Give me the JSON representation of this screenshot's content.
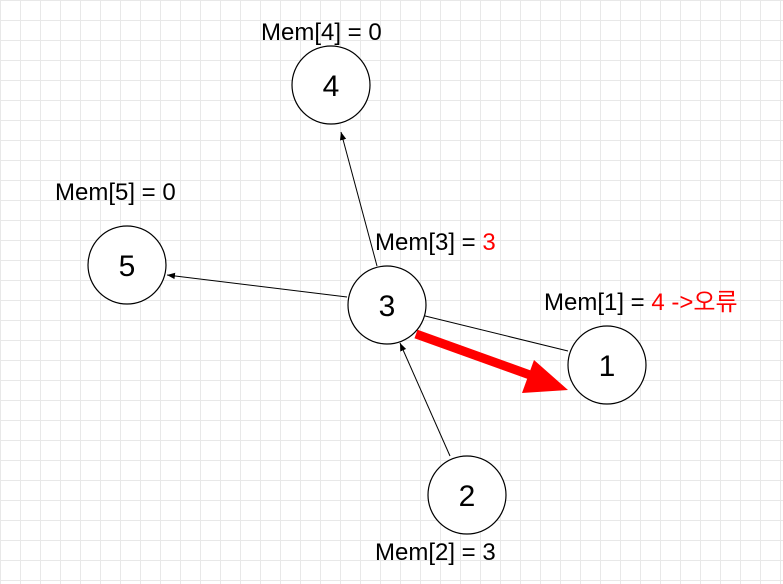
{
  "nodes": [
    {
      "id": "4",
      "label": "4"
    },
    {
      "id": "5",
      "label": "5"
    },
    {
      "id": "3",
      "label": "3"
    },
    {
      "id": "1",
      "label": "1"
    },
    {
      "id": "2",
      "label": "2"
    }
  ],
  "memory_labels": {
    "mem4": {
      "prefix": "Mem[4] = ",
      "value": "0"
    },
    "mem5": {
      "prefix": "Mem[5] = ",
      "value": "0"
    },
    "mem3": {
      "prefix": "Mem[3] = ",
      "value": "3"
    },
    "mem1": {
      "prefix": "Mem[1] = ",
      "value": "4 ->오류"
    },
    "mem2": {
      "prefix": "Mem[2] = ",
      "value": "3"
    }
  },
  "edges": [
    {
      "from": "1",
      "to": "3"
    },
    {
      "from": "2",
      "to": "3"
    },
    {
      "from": "3",
      "to": "4"
    },
    {
      "from": "3",
      "to": "5"
    }
  ],
  "highlight_edge": {
    "from": "3",
    "to": "1",
    "color": "#ff0000"
  },
  "colors": {
    "node_stroke": "#000000",
    "node_fill": "#ffffff",
    "edge": "#000000",
    "highlight": "#ff0000",
    "error_text": "#ff0000",
    "grid": "#e8e8e8"
  }
}
